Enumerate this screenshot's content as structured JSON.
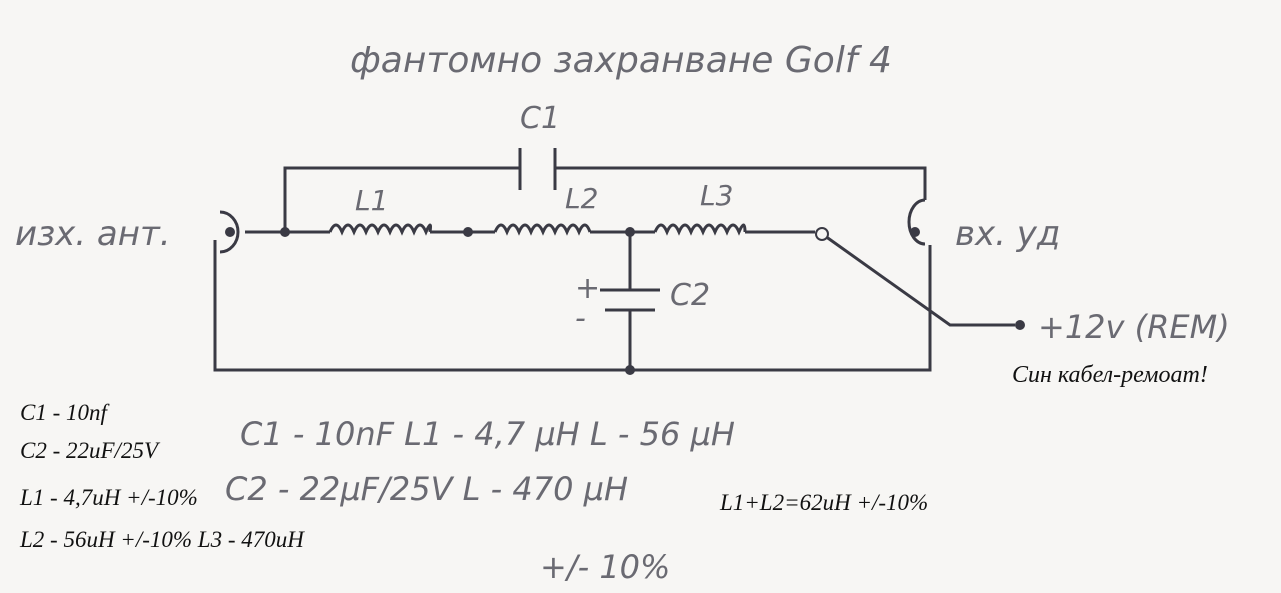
{
  "title": "фантомно захранване Golf 4",
  "labels": {
    "output": "изх. ант.",
    "input": "вх. уд",
    "power": "+12v (REM)",
    "c1": "C1",
    "c2": "C2",
    "l1": "L1",
    "l2": "L2",
    "l3": "L3",
    "plus": "+",
    "minus": "-"
  },
  "handwritten_values": {
    "row1": "C1 - 10nF   L1 - 4,7 µH   L - 56 µH",
    "row2": "C2 - 22µF/25V   L - 470 µH",
    "row3": "+/- 10%"
  },
  "note": "Син кабел-ремоат!",
  "specs": [
    "C1 - 10nf",
    "C2 - 22uF/25V",
    "L1 - 4,7uH +/-10%",
    "L2 - 56uH +/-10%  L3 - 470uH"
  ],
  "sum": "L1+L2=62uH +/-10%",
  "colors": {
    "ink": "#3a3a44",
    "paper": "#f7f6f4"
  }
}
